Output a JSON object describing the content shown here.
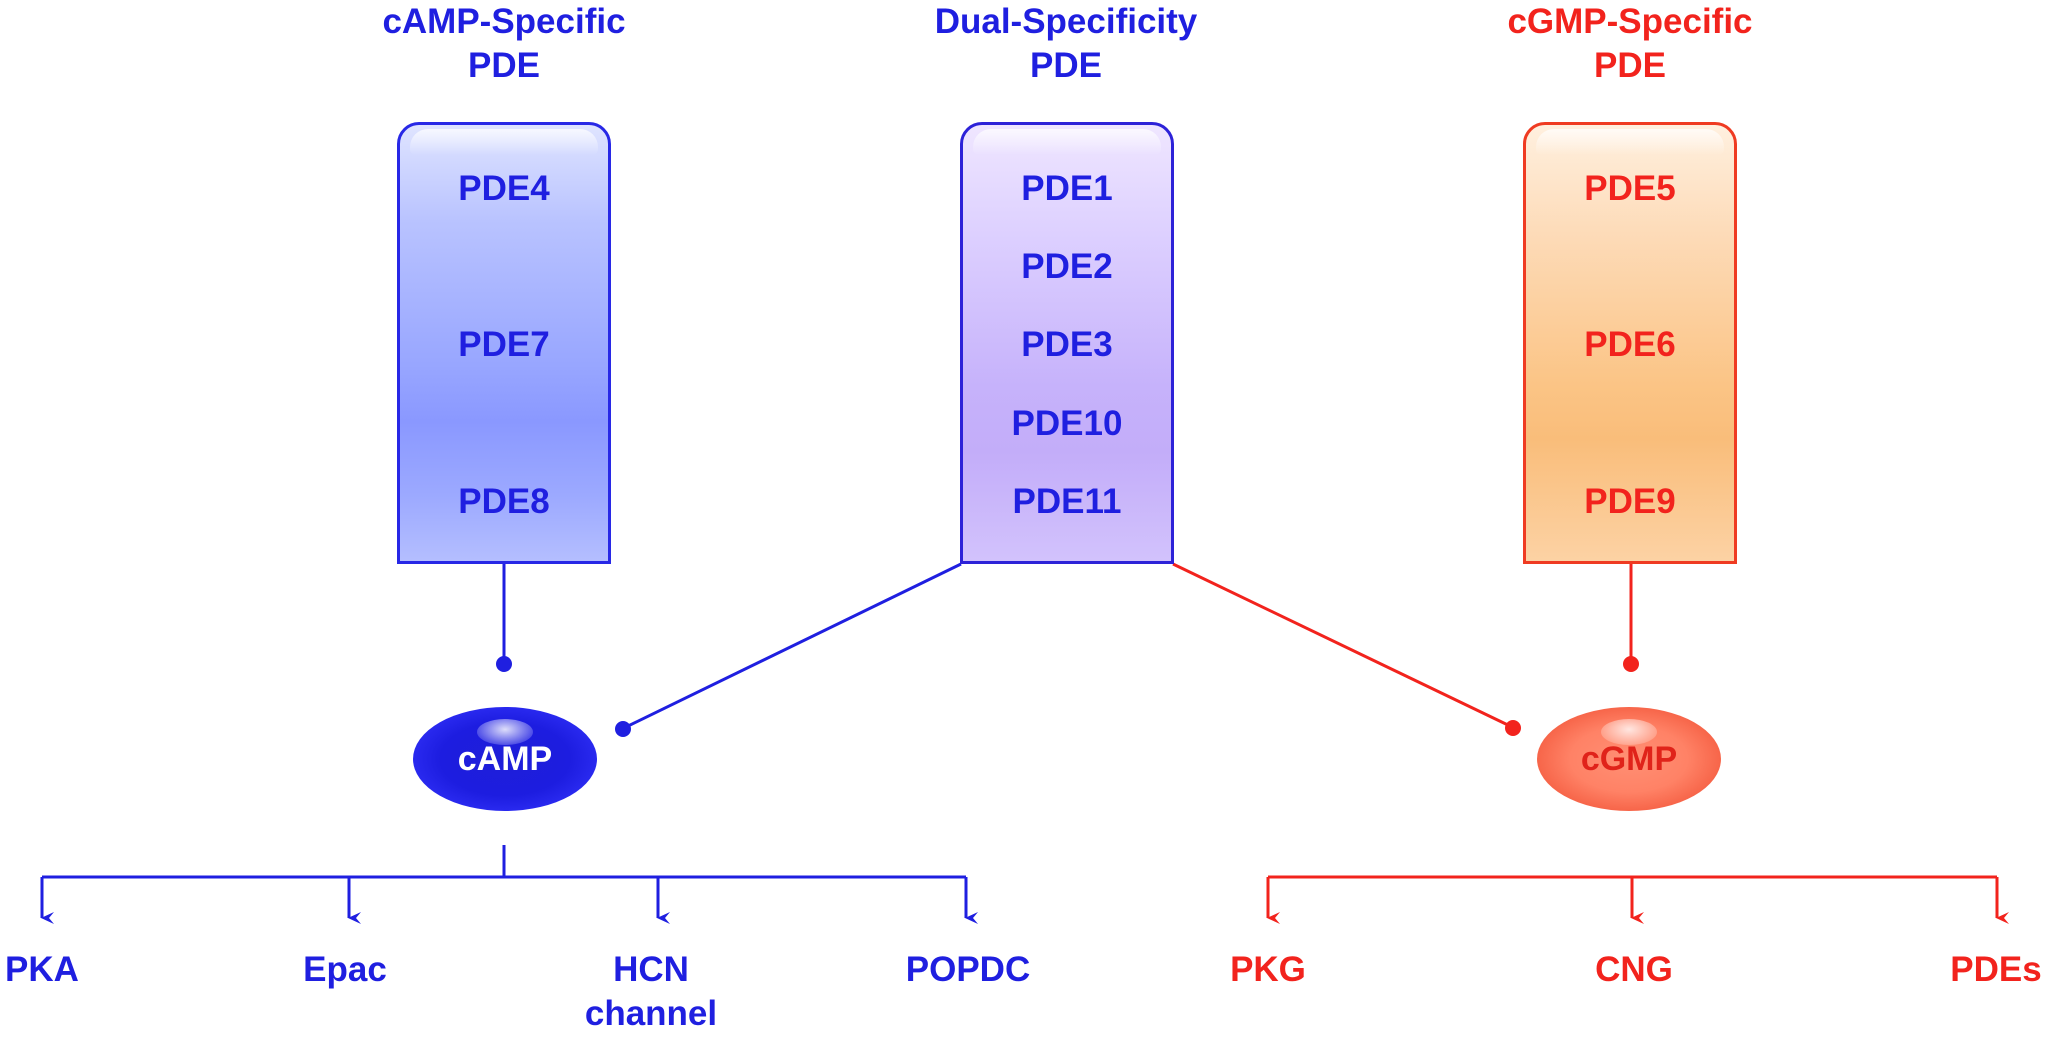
{
  "groups": {
    "camp_specific": {
      "title_line1": "cAMP-Specific",
      "title_line2": "PDE",
      "members": [
        "PDE4",
        "PDE7",
        "PDE8"
      ],
      "color": "#1f1fe0"
    },
    "dual_specificity": {
      "title_line1": "Dual-Specificity",
      "title_line2": "PDE",
      "members": [
        "PDE1",
        "PDE2",
        "PDE3",
        "PDE10",
        "PDE11"
      ],
      "color": "#2d22d8"
    },
    "cgmp_specific": {
      "title_line1": "cGMP-Specific",
      "title_line2": "PDE",
      "members": [
        "PDE5",
        "PDE6",
        "PDE9"
      ],
      "color": "#f2231d"
    }
  },
  "nucleotides": {
    "camp": "cAMP",
    "cgmp": "cGMP"
  },
  "effectors": {
    "camp": [
      {
        "line1": "PKA",
        "line2": ""
      },
      {
        "line1": "Epac",
        "line2": ""
      },
      {
        "line1": "HCN",
        "line2": "channel"
      },
      {
        "line1": "POPDC",
        "line2": ""
      }
    ],
    "cgmp": [
      {
        "line1": "PKG",
        "line2": ""
      },
      {
        "line1": "CNG",
        "line2": ""
      },
      {
        "line1": "PDEs",
        "line2": ""
      }
    ]
  }
}
